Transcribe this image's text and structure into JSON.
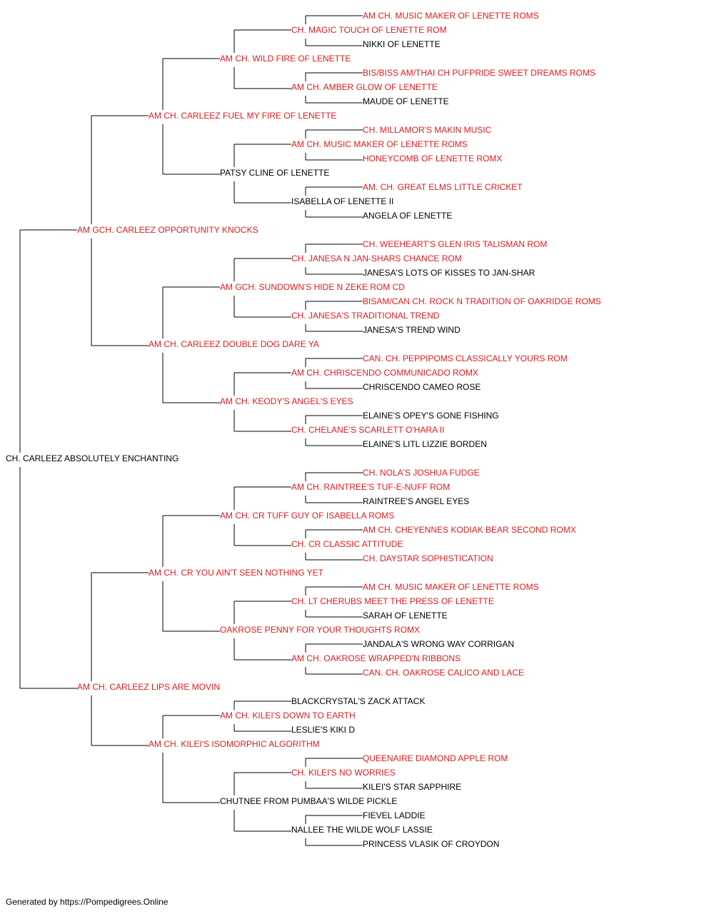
{
  "colors": {
    "champion": "#e31a1c",
    "normal": "#000000",
    "lines": "#000000"
  },
  "footer": "Generated by https://Pompedigrees.Online",
  "pedigree": {
    "name": "CH. CARLEEZ ABSOLUTELY ENCHANTING",
    "champion": false,
    "sire": {
      "name": "AM GCH. CARLEEZ OPPORTUNITY KNOCKS",
      "champion": true,
      "sire": {
        "name": "AM CH. CARLEEZ FUEL MY FIRE OF LENETTE",
        "champion": true,
        "sire": {
          "name": "AM CH. WILD FIRE OF LENETTE",
          "champion": true,
          "sire": {
            "name": "CH. MAGIC TOUCH OF LENETTE ROM",
            "champion": true,
            "sire": {
              "name": "AM CH. MUSIC MAKER OF LENETTE ROMS",
              "champion": true
            },
            "dam": {
              "name": "NIKKI OF LENETTE",
              "champion": false
            }
          },
          "dam": {
            "name": "AM CH. AMBER GLOW OF LENETTE",
            "champion": true,
            "sire": {
              "name": "BIS/BISS AM/THAI CH PUFPRIDE SWEET DREAMS ROMS",
              "champion": true
            },
            "dam": {
              "name": "MAUDE OF LENETTE",
              "champion": false
            }
          }
        },
        "dam": {
          "name": "PATSY CLINE OF LENETTE",
          "champion": false,
          "sire": {
            "name": "AM CH. MUSIC MAKER OF LENETTE ROMS",
            "champion": true,
            "sire": {
              "name": "CH. MILLAMOR'S MAKIN MUSIC",
              "champion": true
            },
            "dam": {
              "name": "HONEYCOMB OF LENETTE ROMX",
              "champion": true
            }
          },
          "dam": {
            "name": "ISABELLA OF LENETTE II",
            "champion": false,
            "sire": {
              "name": "AM. CH. GREAT ELMS LITTLE CRICKET",
              "champion": true
            },
            "dam": {
              "name": "ANGELA OF LENETTE",
              "champion": false
            }
          }
        }
      },
      "dam": {
        "name": "AM CH. CARLEEZ DOUBLE DOG DARE YA",
        "champion": true,
        "sire": {
          "name": "AM GCH. SUNDOWN'S HIDE N ZEKE ROM CD",
          "champion": true,
          "sire": {
            "name": "CH. JANESA N JAN-SHARS CHANCE ROM",
            "champion": true,
            "sire": {
              "name": "CH. WEEHEART'S GLEN IRIS TALISMAN ROM",
              "champion": true
            },
            "dam": {
              "name": "JANESA'S LOTS OF KISSES TO JAN-SHAR",
              "champion": false
            }
          },
          "dam": {
            "name": "CH. JANESA'S TRADITIONAL TREND",
            "champion": true,
            "sire": {
              "name": "BISAM/CAN CH. ROCK N TRADITION OF OAKRIDGE ROMS",
              "champion": true
            },
            "dam": {
              "name": "JANESA'S TREND WIND",
              "champion": false
            }
          }
        },
        "dam": {
          "name": "AM CH. KEODY'S ANGEL'S EYES",
          "champion": true,
          "sire": {
            "name": "AM CH. CHRISCENDO COMMUNICADO ROMX",
            "champion": true,
            "sire": {
              "name": "CAN. CH. PEPPIPOMS CLASSICALLY YOURS ROM",
              "champion": true
            },
            "dam": {
              "name": "CHRISCENDO CAMEO ROSE",
              "champion": false
            }
          },
          "dam": {
            "name": "CH. CHELANE'S SCARLETT O'HARA II",
            "champion": true,
            "sire": {
              "name": "ELAINE'S OPEY'S GONE FISHING",
              "champion": false
            },
            "dam": {
              "name": "ELAINE'S LITL LIZZIE BORDEN",
              "champion": false
            }
          }
        }
      }
    },
    "dam": {
      "name": "AM CH. CARLEEZ LIPS ARE MOVIN",
      "champion": true,
      "sire": {
        "name": "AM CH. CR YOU AIN'T SEEN NOTHING YET",
        "champion": true,
        "sire": {
          "name": "AM CH. CR TUFF GUY OF ISABELLA ROMS",
          "champion": true,
          "sire": {
            "name": "AM CH. RAINTREE'S TUF-E-NUFF ROM",
            "champion": true,
            "sire": {
              "name": "CH. NOLA'S JOSHUA FUDGE",
              "champion": true
            },
            "dam": {
              "name": "RAINTREE'S ANGEL EYES",
              "champion": false
            }
          },
          "dam": {
            "name": "CH. CR CLASSIC ATTITUDE",
            "champion": true,
            "sire": {
              "name": "AM CH. CHEYENNES KODIAK BEAR SECOND ROMX",
              "champion": true
            },
            "dam": {
              "name": "CH. DAYSTAR SOPHISTICATION",
              "champion": true
            }
          }
        },
        "dam": {
          "name": "OAKROSE PENNY FOR YOUR THOUGHTS ROMX",
          "champion": true,
          "sire": {
            "name": "CH. LT CHERUBS MEET THE PRESS OF LENETTE",
            "champion": true,
            "sire": {
              "name": "AM CH. MUSIC MAKER OF LENETTE ROMS",
              "champion": true
            },
            "dam": {
              "name": "SARAH OF LENETTE",
              "champion": false
            }
          },
          "dam": {
            "name": "AM CH. OAKROSE WRAPPED'N RIBBONS",
            "champion": true,
            "sire": {
              "name": "JANDALA'S WRONG WAY CORRIGAN",
              "champion": false
            },
            "dam": {
              "name": "CAN. CH. OAKROSE CALICO AND LACE",
              "champion": true
            }
          }
        }
      },
      "dam": {
        "name": "AM CH. KILEI'S ISOMORPHIC ALGORITHM",
        "champion": true,
        "sire": {
          "name": "AM CH. KILEI'S DOWN TO EARTH",
          "champion": true,
          "sire": {
            "name": "BLACKCRYSTAL'S ZACK ATTACK",
            "champion": false
          },
          "dam": {
            "name": "LESLIE'S KIKI D",
            "champion": false
          }
        },
        "dam": {
          "name": "CHUTNEE FROM PUMBAA'S WILDE PICKLE",
          "champion": false,
          "sire": {
            "name": "CH. KILEI'S NO WORRIES",
            "champion": true,
            "sire": {
              "name": "QUEENAIRE DIAMOND APPLE ROM",
              "champion": true
            },
            "dam": {
              "name": "KILEI'S STAR SAPPHIRE",
              "champion": false
            }
          },
          "dam": {
            "name": "NALLEE THE WILDE WOLF LASSIE",
            "champion": false,
            "sire": {
              "name": "FIEVEL LADDIE",
              "champion": false
            },
            "dam": {
              "name": "PRINCESS VLASIK OF CROYDON",
              "champion": false
            }
          }
        }
      }
    }
  }
}
